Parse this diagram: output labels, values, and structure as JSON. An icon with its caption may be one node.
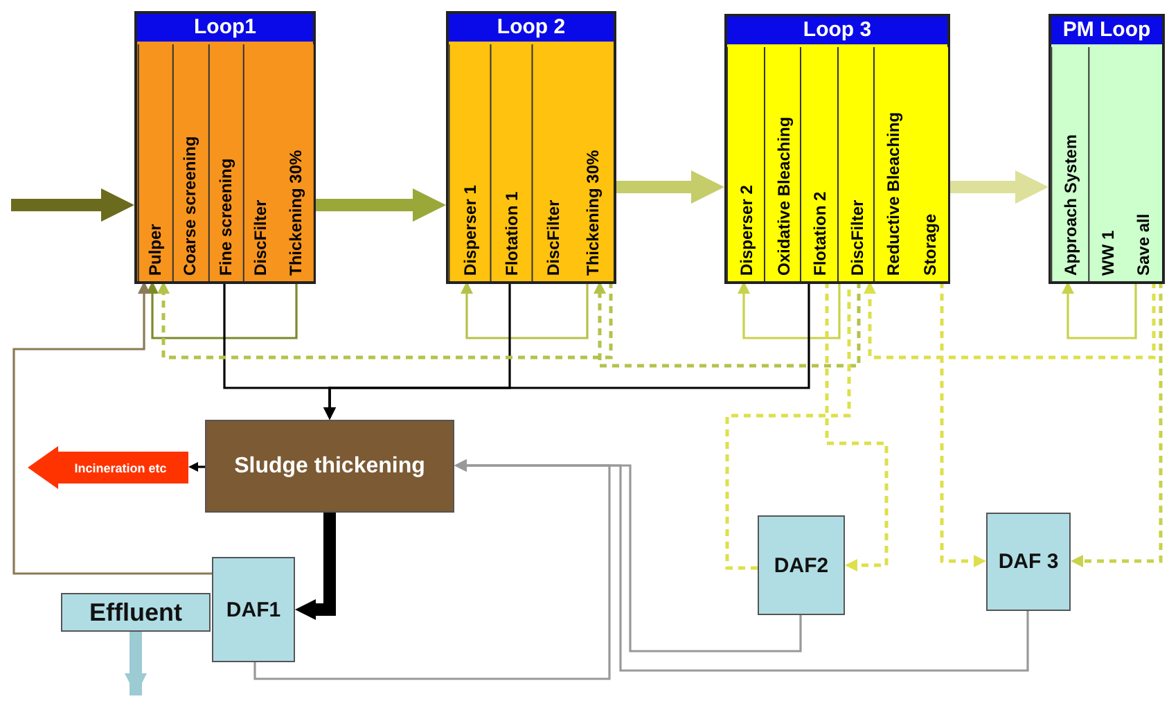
{
  "diagram": {
    "nodes": [
      {
        "text": [
          "Loop1"
        ]
      },
      {
        "text": [
          "Pulper"
        ],
        "in": 0
      },
      {
        "text": [
          "Coarse screening"
        ],
        "in": 0
      },
      {
        "text": [
          "Fine screening"
        ],
        "in": 0
      },
      {
        "text": [
          "DiscFilter"
        ],
        "in": 0
      },
      {
        "text": [
          "Thickening 30%"
        ],
        "in": 0
      },
      {
        "text": [
          "Loop 2"
        ]
      },
      {
        "text": [
          "Disperser 1"
        ],
        "in": 6
      },
      {
        "text": [
          "Flotation 1"
        ],
        "in": 6
      },
      {
        "text": [
          "DiscFilter"
        ],
        "in": 6
      },
      {
        "text": [
          "Thickening 30%"
        ],
        "in": 6
      },
      {
        "text": [
          "Loop 3"
        ]
      },
      {
        "text": [
          "Disperser 2"
        ],
        "in": 11
      },
      {
        "text": [
          "Oxidative Bleaching"
        ],
        "in": 11
      },
      {
        "text": [
          "Flotation 2"
        ],
        "in": 11
      },
      {
        "text": [
          "DiscFilter"
        ],
        "in": 11
      },
      {
        "text": [
          "Reductive Bleaching"
        ],
        "in": 11
      },
      {
        "text": [
          "Storage"
        ],
        "in": 11
      },
      {
        "text": [
          "PM Loop"
        ]
      },
      {
        "text": [
          "Approach System"
        ],
        "in": 18
      },
      {
        "text": [
          "WW 1"
        ],
        "in": 18
      },
      {
        "text": [
          "Save all"
        ],
        "in": 18
      },
      {
        "text": [
          "Sludge thickening"
        ]
      },
      {
        "text": [
          "Incineration etc"
        ]
      },
      {
        "text": [
          "DAF1"
        ]
      },
      {
        "text": [
          "Effluent"
        ]
      },
      {
        "text": [
          "DAF2"
        ]
      },
      {
        "text": [
          "DAF 3"
        ]
      }
    ],
    "edges": [
      {
        "from": null,
        "to": 0,
        "arrow": "to",
        "style": "thick",
        "color": "#6b6b1e"
      },
      {
        "from": 0,
        "to": 6,
        "arrow": "to",
        "style": "thick",
        "color": "#9aa83a"
      },
      {
        "from": 6,
        "to": 11,
        "arrow": "to",
        "style": "thick",
        "color": "#c5cc6a"
      },
      {
        "from": 11,
        "to": 18,
        "arrow": "to",
        "style": "thick",
        "color": "#dde09a"
      },
      {
        "from": 5,
        "to": 1,
        "arrow": "to",
        "color": "#7d8a2a"
      },
      {
        "from": 10,
        "to": 7,
        "arrow": "to",
        "color": "#b5c24a"
      },
      {
        "from": 15,
        "to": 12,
        "arrow": "to",
        "color": "#c8d24a"
      },
      {
        "from": 21,
        "to": 19,
        "arrow": "to",
        "color": "#c8d24a"
      },
      {
        "from": 3,
        "to": 22,
        "arrow": "to"
      },
      {
        "from": 8,
        "to": 22,
        "arrow": "to"
      },
      {
        "from": 14,
        "to": 22,
        "arrow": "to"
      },
      {
        "from": 10,
        "to": 1,
        "arrow": "to",
        "style": "dashed",
        "color": "#b5c24a"
      },
      {
        "from": 15,
        "to": 10,
        "arrow": "to",
        "style": "dashed",
        "color": "#b5c24a"
      },
      {
        "from": 21,
        "to": 15,
        "arrow": "to",
        "style": "dashed",
        "color": "#dde04a"
      },
      {
        "from": 14,
        "to": 26,
        "arrow": "to",
        "style": "dashed",
        "color": "#dde04a"
      },
      {
        "from": 26,
        "to": 15,
        "arrow": "none",
        "style": "dashed",
        "color": "#dde04a"
      },
      {
        "from": 17,
        "to": 27,
        "arrow": "to",
        "style": "dashed",
        "color": "#dde04a"
      },
      {
        "from": 21,
        "to": 27,
        "arrow": "to",
        "style": "dashed",
        "color": "#c8d24a"
      },
      {
        "from": 22,
        "to": 23,
        "arrow": "to"
      },
      {
        "from": 22,
        "to": 24,
        "arrow": "to",
        "style": "thick"
      },
      {
        "from": 24,
        "to": 1,
        "arrow": "to",
        "color": "#8b7a55"
      },
      {
        "from": 24,
        "to": 22,
        "arrow": "to",
        "color": "#999999"
      },
      {
        "from": 26,
        "to": 22,
        "arrow": "to",
        "color": "#999999"
      },
      {
        "from": 27,
        "to": 22,
        "arrow": "to",
        "color": "#999999"
      },
      {
        "from": 25,
        "to": null,
        "arrow": "to",
        "style": "thick",
        "color": "#9ccbd4"
      }
    ]
  }
}
